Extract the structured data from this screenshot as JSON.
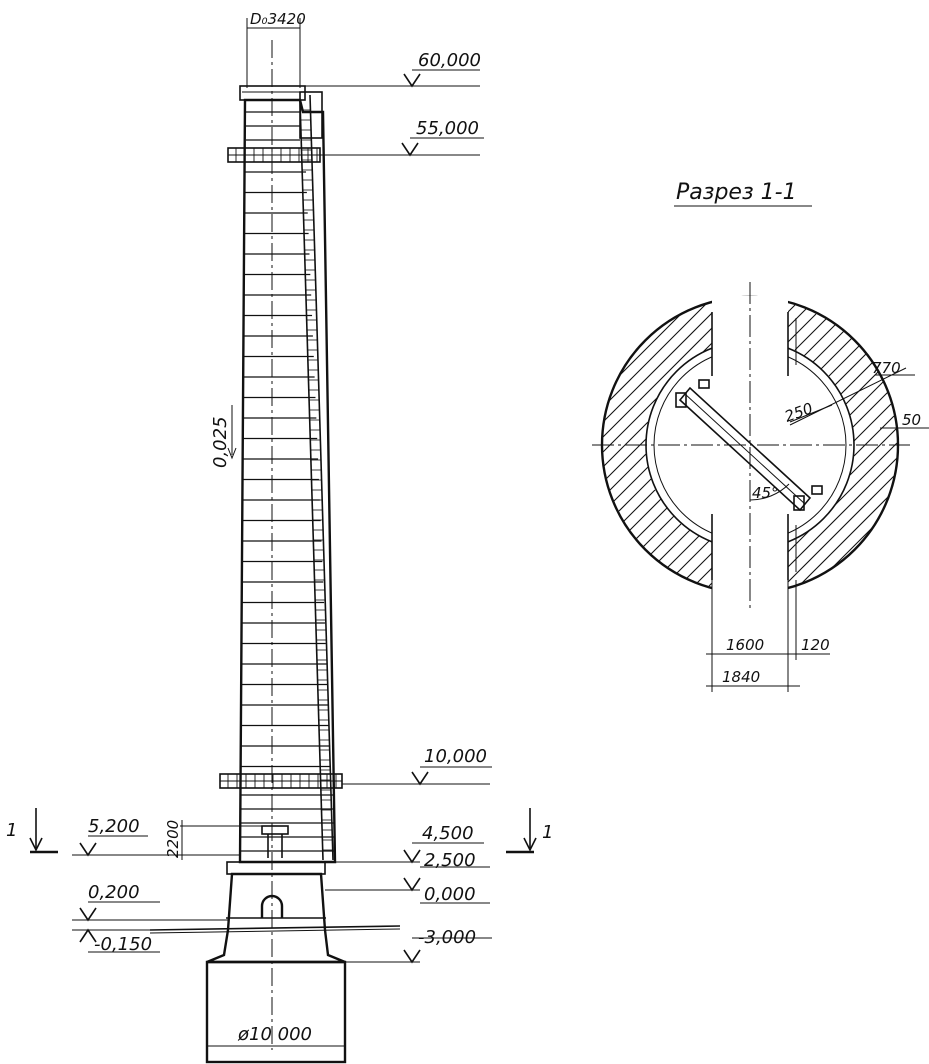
{
  "elevation": {
    "top_diameter": "D₀3420",
    "base_diameter": "ø10 000",
    "slope": "0,025",
    "marks": {
      "m60": "60,000",
      "m55": "55,000",
      "m10": "10,000",
      "m4_5": "4,500",
      "m2_5": "2,500",
      "m0": "0,000",
      "m_3": "-3,000",
      "m5_2": "5,200",
      "m0_2": "0,200",
      "m_0_15": "-0,150"
    },
    "opening_height": "2200",
    "section_mark": "1"
  },
  "section": {
    "title": "Разрез 1-1",
    "dim_770": "770",
    "dim_250": "250",
    "dim_50": "50",
    "angle": "45°",
    "dim_1600": "1600",
    "dim_120": "120",
    "dim_1840": "1840"
  }
}
